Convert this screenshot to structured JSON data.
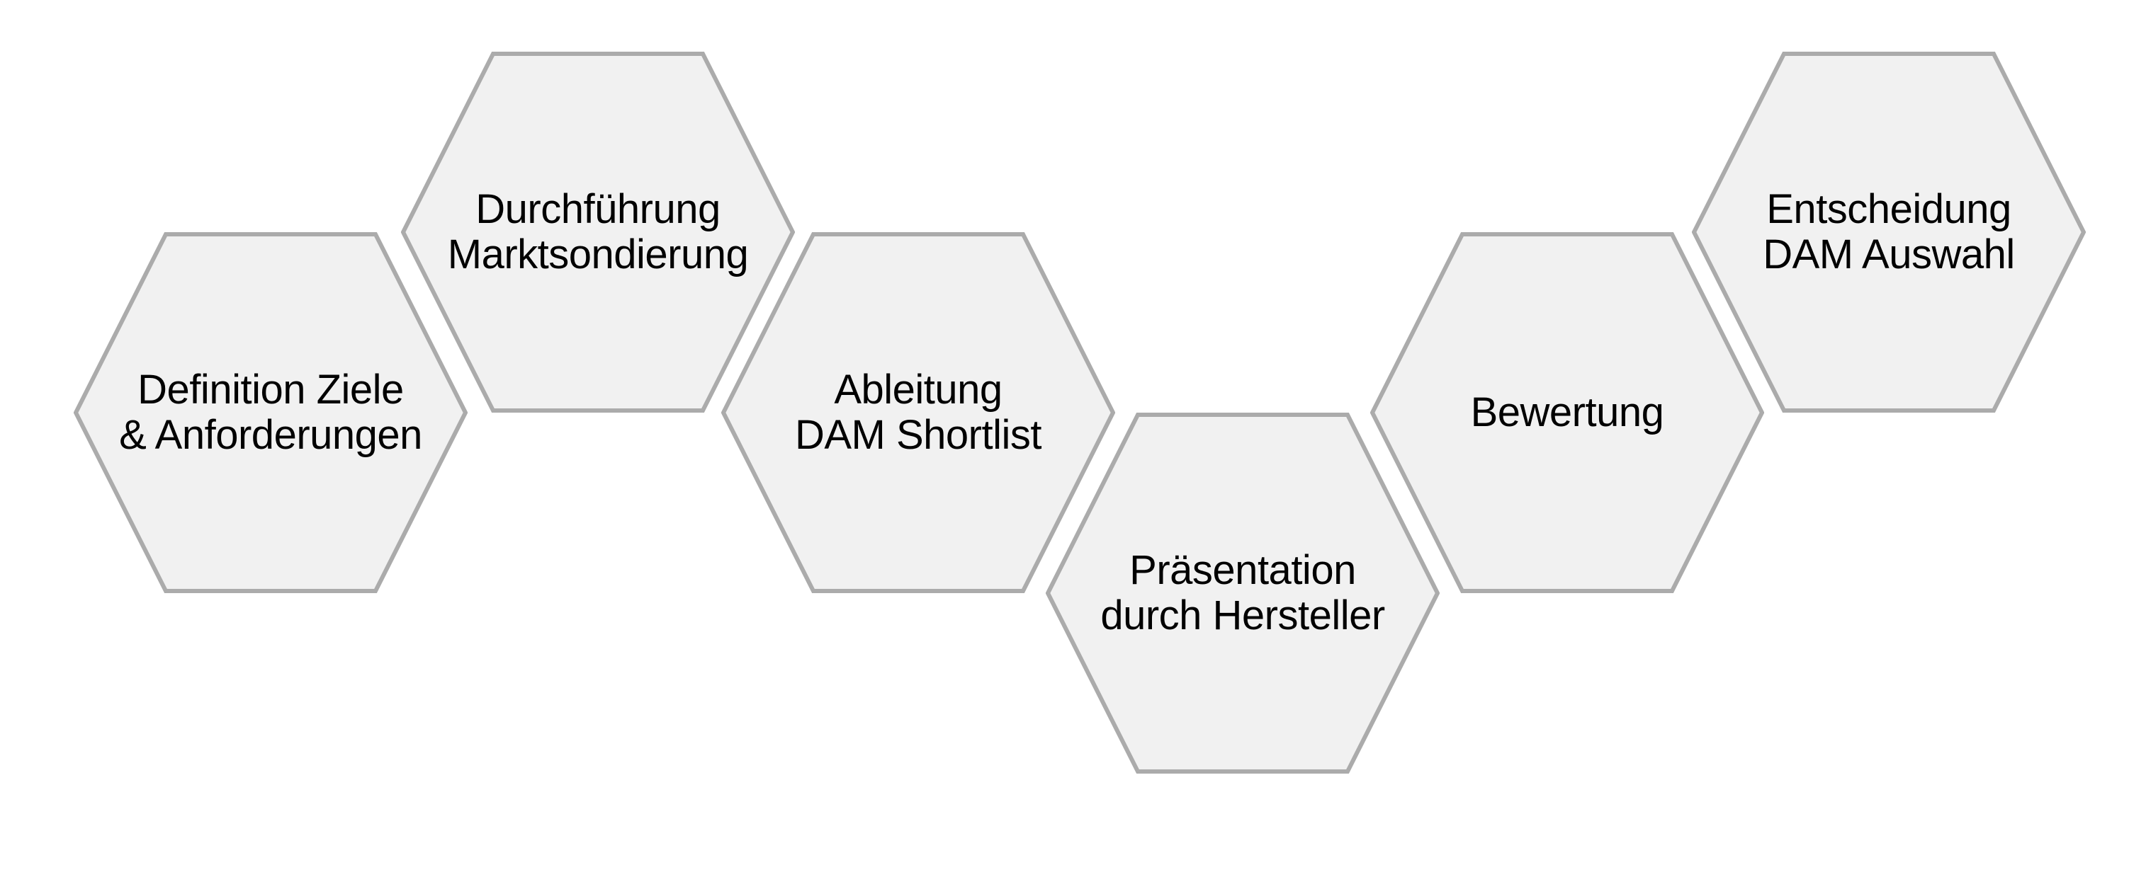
{
  "diagram": {
    "background_color": "#ffffff",
    "hex_fill_color": "#f1f1f1",
    "hex_border_color": "#ababab",
    "text_color": "#000000",
    "steps": [
      {
        "label": "Definition Ziele\n& Anforderungen"
      },
      {
        "label": "Durchführung\nMarktsondierung"
      },
      {
        "label": "Ableitung\nDAM Shortlist"
      },
      {
        "label": "Präsentation\ndurch Hersteller"
      },
      {
        "label": "Bewertung"
      },
      {
        "label": "Entscheidung\nDAM Auswahl"
      }
    ]
  }
}
